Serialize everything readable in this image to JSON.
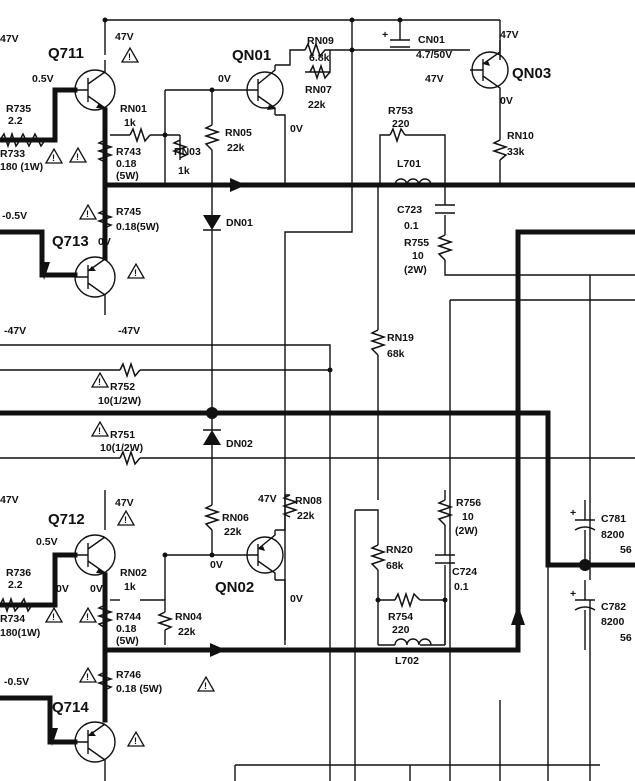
{
  "transistors": {
    "q711": "Q711",
    "q713": "Q713",
    "q712": "Q712",
    "q714": "Q714",
    "qn01": "QN01",
    "qn02": "QN02",
    "qn03": "QN03"
  },
  "resistors": {
    "r735": {
      "ref": "R735",
      "value": "2.2"
    },
    "r733": {
      "ref": "R733",
      "value": "180 (1W)"
    },
    "rn01": {
      "ref": "RN01",
      "value": "1k"
    },
    "r743": {
      "ref": "R743",
      "value": "0.18",
      "rating": "(5W)"
    },
    "rn03": {
      "ref": "RN03",
      "value": "1k"
    },
    "rn05": {
      "ref": "RN05",
      "value": "22k"
    },
    "rn09": {
      "ref": "RN09",
      "value": "6.8k"
    },
    "rn07": {
      "ref": "RN07",
      "value": "22k"
    },
    "r753": {
      "ref": "R753",
      "value": "220"
    },
    "rn10": {
      "ref": "RN10",
      "value": "33k"
    },
    "r745": {
      "ref": "R745",
      "value": "0.18(5W)"
    },
    "r755": {
      "ref": "R755",
      "value": "10",
      "rating": "(2W)"
    },
    "rn19": {
      "ref": "RN19",
      "value": "68k"
    },
    "r752": {
      "ref": "R752",
      "value": "10(1/2W)"
    },
    "r751": {
      "ref": "R751",
      "value": "10(1/2W)"
    },
    "r736": {
      "ref": "R736",
      "value": "2.2"
    },
    "r734": {
      "ref": "R734",
      "value": "180(1W)"
    },
    "rn02": {
      "ref": "RN02",
      "value": "1k"
    },
    "r744": {
      "ref": "R744",
      "value": "0.18",
      "rating": "(5W)"
    },
    "rn04": {
      "ref": "RN04",
      "value": "22k"
    },
    "rn06": {
      "ref": "RN06",
      "value": "22k"
    },
    "rn08": {
      "ref": "RN08",
      "value": "22k"
    },
    "r756": {
      "ref": "R756",
      "value": "10",
      "rating": "(2W)"
    },
    "rn20": {
      "ref": "RN20",
      "value": "68k"
    },
    "r754": {
      "ref": "R754",
      "value": "220"
    },
    "r746": {
      "ref": "R746",
      "value": "0.18 (5W)"
    }
  },
  "capacitors": {
    "cn01": {
      "ref": "CN01",
      "value": "4.7/50V"
    },
    "c723": {
      "ref": "C723",
      "value": "0.1"
    },
    "c724": {
      "ref": "C724",
      "value": "0.1"
    },
    "c781": {
      "ref": "C781",
      "value1": "8200",
      "value2": "56"
    },
    "c782": {
      "ref": "C782",
      "value1": "8200",
      "value2": "56"
    }
  },
  "inductors": {
    "l701": "L701",
    "l702": "L702"
  },
  "diodes": {
    "dn01": "DN01",
    "dn02": "DN02"
  },
  "voltages": {
    "v47": "47V",
    "vneg47": "-47V",
    "v05": "0.5V",
    "vneg05": "-0.5V",
    "v0": "0V",
    "v0v8": "0V",
    "v0v5": "0.5V"
  },
  "warning_mark": "!"
}
